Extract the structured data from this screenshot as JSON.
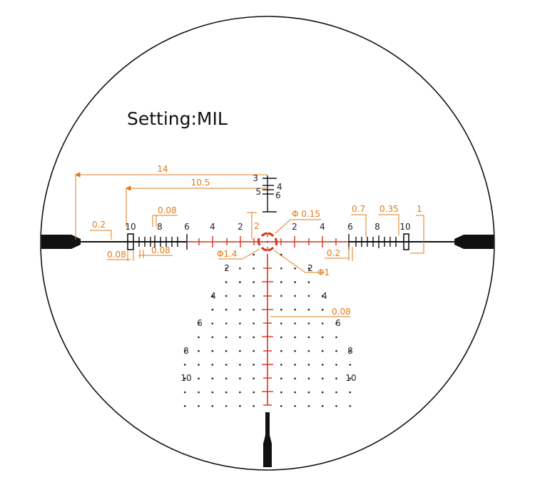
{
  "colors": {
    "black": "#111111",
    "red": "#d6331d",
    "orange": "#e07b1a",
    "dot": "#222222"
  },
  "setting_label": "Setting:MIL",
  "horizontal_numbers": {
    "left": [
      "10",
      "8",
      "6",
      "4",
      "2"
    ],
    "right": [
      "2",
      "4",
      "6",
      "8",
      "10"
    ]
  },
  "vertical_numbers": {
    "left": [
      "2",
      "4",
      "6",
      "8",
      "10"
    ],
    "right": [
      "2",
      "4",
      "6",
      "8",
      "10"
    ]
  },
  "tree_rows": [
    {
      "dots": 1
    },
    {
      "dots": 3
    },
    {
      "dots": 3
    },
    {
      "dots": 4
    },
    {
      "dots": 4
    },
    {
      "dots": 5
    },
    {
      "dots": 5
    },
    {
      "dots": 6
    },
    {
      "dots": 6
    },
    {
      "dots": 6
    },
    {
      "dots": 6
    },
    {
      "dots": 6
    }
  ],
  "ranging_scale_labels": [
    "3",
    "4",
    "5",
    "6"
  ],
  "dimensions": {
    "d14": "14",
    "d10_5": "10.5",
    "d0_2_left": "0.2",
    "d0_08_top": "0.08",
    "d0_08_left": "0.08",
    "d0_08_mid": "0.08",
    "d2": "2",
    "phi_0_15": "Φ 0.15",
    "phi_1_4": "Φ1.4",
    "phi_1": "Φ1",
    "d0_2_right": "0.2",
    "d0_08_vertical": "0.08",
    "d0_7": "0.7",
    "d0_35": "0.35",
    "d1": "1"
  }
}
